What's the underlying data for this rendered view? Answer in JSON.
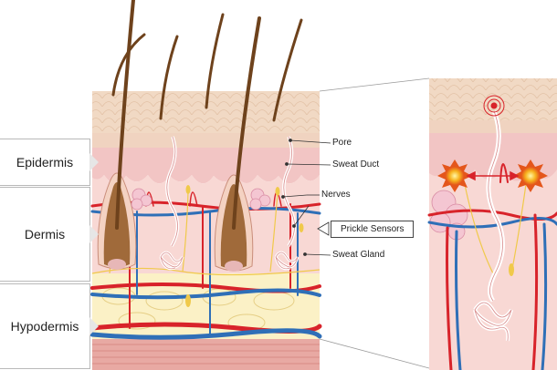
{
  "layers": [
    {
      "id": "epidermis",
      "label": "Epidermis"
    },
    {
      "id": "dermis",
      "label": "Dermis"
    },
    {
      "id": "hypodermis",
      "label": "Hypodermis"
    }
  ],
  "callouts": {
    "pore": "Pore",
    "sweat_duct": "Sweat Duct",
    "nerves": "Nerves",
    "prickle_sensors": "Prickle Sensors",
    "sweat_gland": "Sweat Gland"
  },
  "colors": {
    "surface": "#f1d9c4",
    "epidermis": "#f1c9c6",
    "dermis": "#f8d9d5",
    "hypodermis": "#fbf2c8",
    "muscle": "#e8a9a3",
    "hair": "#7b4a1f",
    "artery": "#d8232a",
    "vein": "#2f6fb7",
    "nerve": "#f0c94a",
    "sensor": "#f6a81c"
  }
}
